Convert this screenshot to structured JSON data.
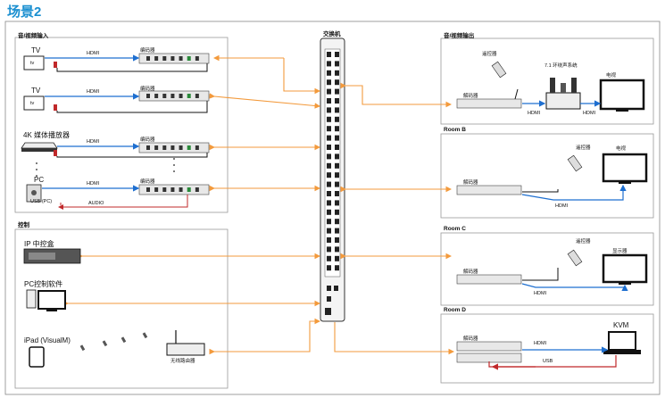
{
  "title": "场景2",
  "switch_label": "交换机",
  "sections": {
    "av_input": "音/视频输入",
    "av_output": "音/视频输出",
    "control": "控制",
    "room_b": "Room B",
    "room_c": "Room C",
    "room_d": "Room D"
  },
  "inputs": {
    "tv1": "TV",
    "tv1_icon": "tv",
    "tv2": "TV",
    "tv2_icon": "tv",
    "player": "4K 媒体播放器",
    "pc": "PC",
    "hdmi": "HDMI",
    "encoder": "编码器",
    "usb_pc": "USB (PC)",
    "audio": "AUDIO"
  },
  "control": {
    "ip_box": "IP 中控盒",
    "pc_software": "PC控制软件",
    "ipad": "iPad (VisualM)",
    "router": "无线路由器"
  },
  "outputs": {
    "remote": "遥控器",
    "surround": "7.1 环绕声系统",
    "tv": "电视",
    "decoder": "解码器",
    "hdmi": "HDMI",
    "display": "显示器",
    "kvm": "KVM",
    "usb": "USB"
  },
  "colors": {
    "title": "#1a8fd0",
    "hdmi_blue": "#1e6fd0",
    "ethernet_orange": "#f39a3c",
    "usb_red": "#c0282a",
    "box_border": "#888888"
  }
}
